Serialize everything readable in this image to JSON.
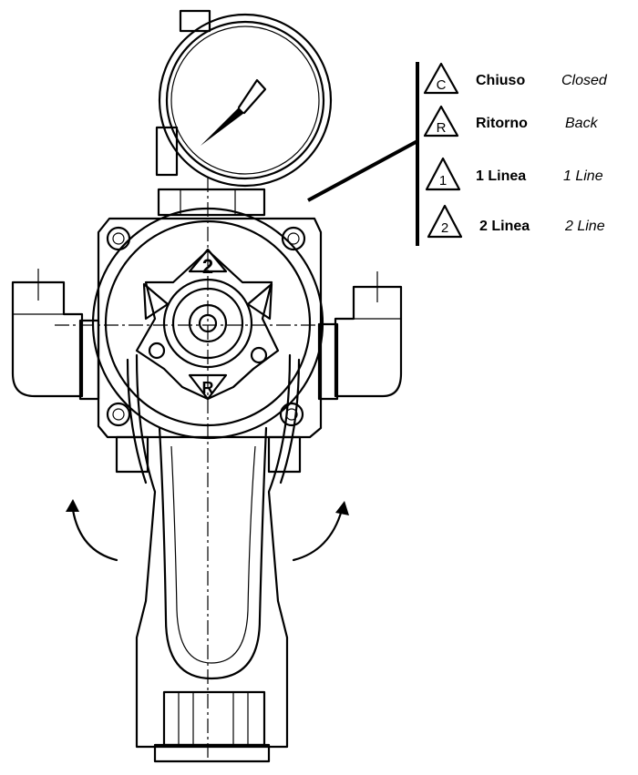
{
  "legend": {
    "items": [
      {
        "symbol": "C",
        "italian": "Chiuso",
        "english": "Closed"
      },
      {
        "symbol": "R",
        "italian": "Ritorno",
        "english": "Back"
      },
      {
        "symbol": "1",
        "italian": "1 Linea",
        "english": "1 Line"
      },
      {
        "symbol": "2",
        "italian": "2 Linea",
        "english": "2 Line"
      }
    ]
  },
  "selector_markings": {
    "top": "2",
    "bottom": "R"
  }
}
